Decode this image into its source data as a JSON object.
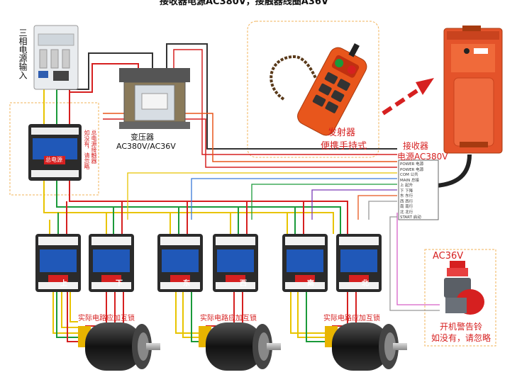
{
  "title": "接收器电源AC380V，接触器线圈A36V",
  "labels": {
    "power_input": "三相电源输入",
    "transformer": "变压器",
    "transformer_spec": "AC380V/AC36V",
    "transmitter_line1": "发射器",
    "transmitter_line2": "便携手持式",
    "receiver_line1": "接收器",
    "receiver_line2": "电源AC380V",
    "alarm_voltage": "AC36V",
    "alarm_line1": "开机警告铃",
    "alarm_line2": "如没有，请忽略",
    "main_note_1": "如没有，请忽略",
    "main_note_2": "总电源接触器",
    "interlock_1": "实际电路应加互锁",
    "interlock_2": "实际电路应加互锁",
    "interlock_3": "实际电路应加互锁",
    "contactor_up": "上",
    "contactor_down": "下",
    "contactor_east": "东",
    "contactor_west": "西",
    "contactor_south": "南",
    "contactor_north": "北",
    "main_contactor_tag": "总电源"
  },
  "terminals": [
    "POWER 电源",
    "POWER 电源",
    "COM 公共",
    "MAIN 总接",
    "上 起升",
    "下 下降",
    "东 东行",
    "西 西行",
    "南 南行",
    "北 北行",
    "START 启动"
  ],
  "colors": {
    "yellow": "#e8c400",
    "green": "#1a9a3a",
    "red": "#d62020",
    "orange": "#e8561c",
    "receiver_orange": "#e4532a"
  }
}
